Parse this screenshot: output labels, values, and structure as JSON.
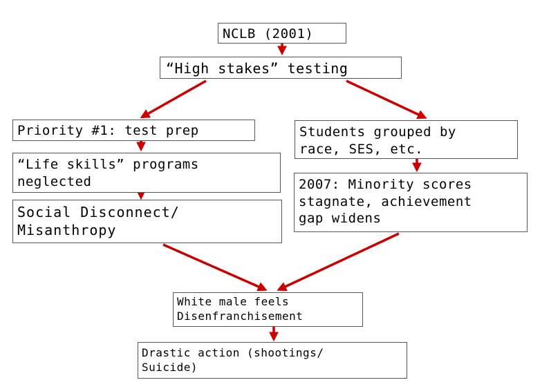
{
  "colors": {
    "arrow": "#cc0000",
    "border": "#555555",
    "text": "#000000"
  },
  "nodes": {
    "nclb": "NCLB (2001)",
    "high_stakes": "“High stakes” testing",
    "priority": "Priority #1: test prep",
    "life_skills": "“Life skills” programs\nneglected",
    "social": "Social Disconnect/\nMisanthropy",
    "students": "Students grouped by\nrace, SES, etc.",
    "minority": "2007: Minority scores\nstagnate, achievement\ngap widens",
    "white_male": "White male feels\nDisenfranchisement",
    "drastic": "Drastic action (shootings/\nSuicide)"
  },
  "edges": [
    {
      "from": "nclb",
      "to": "high_stakes"
    },
    {
      "from": "high_stakes",
      "to": "priority"
    },
    {
      "from": "high_stakes",
      "to": "students"
    },
    {
      "from": "priority",
      "to": "life_skills"
    },
    {
      "from": "life_skills",
      "to": "social"
    },
    {
      "from": "students",
      "to": "minority"
    },
    {
      "from": "social",
      "to": "white_male"
    },
    {
      "from": "minority",
      "to": "white_male"
    },
    {
      "from": "white_male",
      "to": "drastic"
    }
  ]
}
